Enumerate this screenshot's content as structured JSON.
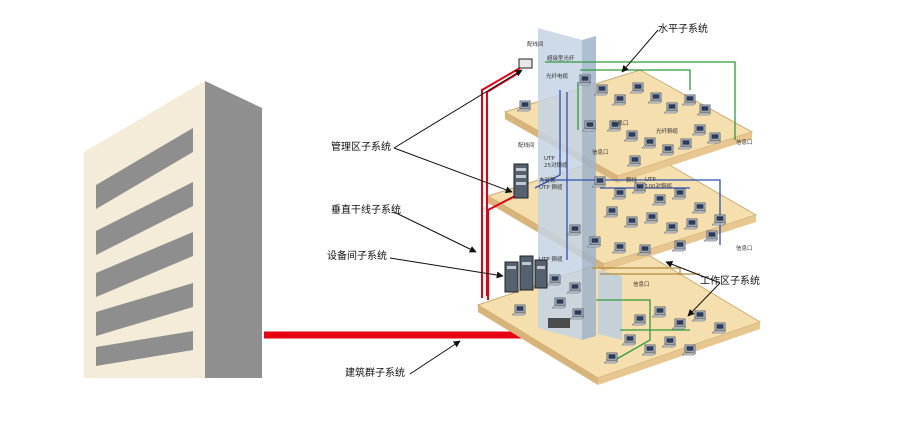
{
  "callouts": {
    "horizontal": "水平子系统",
    "management": "管理区子系统",
    "backbone": "垂直干线子系统",
    "equipment": "设备间子系统",
    "work_area": "工作区子系统",
    "campus": "建筑群子系统"
  },
  "small_labels": {
    "wiring_closet_top": "配线间",
    "multimode_fiber": "超级型光纤",
    "fiber_cable": "光纤电缆",
    "info_outlet_a": "信息口",
    "fiber_cable_b": "光纤銅缆",
    "info_outlet_b": "信息口",
    "info_outlet_c": "信息口",
    "wiring_closet_mid": "配线间",
    "utp_25pair": "UTP\n25对銅缆",
    "copper": "銅线",
    "utp_100pair": "UTP\n100对銅缆",
    "large_pair": "大对数\nUTP 銅缆",
    "info_outlet_d": "信息口",
    "utp_cable": "UTP 銅缆",
    "info_outlet_e": "信息口"
  },
  "colors": {
    "building_light": "#f4ecd8",
    "building_shade": "#8f8f8f",
    "campus_cable": "#e60012",
    "floor": "#f6dfae",
    "horizontal_cable": "#2f9a3a",
    "blue_cable": "#3050b0"
  }
}
